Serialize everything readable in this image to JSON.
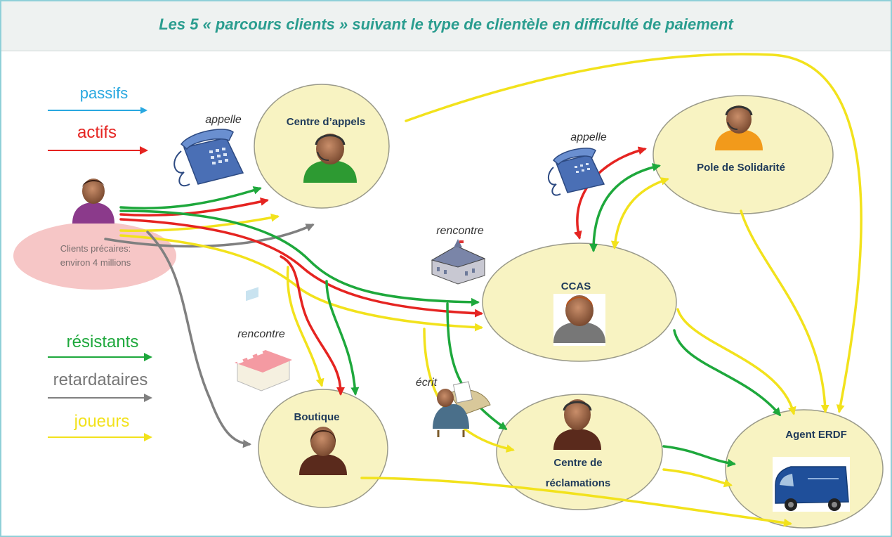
{
  "title": "Les 5 « parcours clients » suivant le type de clientèle en difficulté de paiement",
  "legend": {
    "passifs": "passifs",
    "actifs": "actifs",
    "resistants": "résistants",
    "retardataires": "retardataires",
    "joueurs": "joueurs"
  },
  "colors": {
    "passifs": "#29a8e0",
    "actifs": "#e52421",
    "resistants": "#1ea83c",
    "retardataires": "#808080",
    "joueurs": "#f7e819",
    "node_fill": "#f8f3c2",
    "title": "#2a9d8f"
  },
  "clients": {
    "line1": "Clients précaires:",
    "line2": "environ 4 millions"
  },
  "nodes": {
    "centre_appels": "Centre d’appels",
    "pole": "Pole de Solidarité",
    "ccas": "CCAS",
    "boutique": "Boutique",
    "reclamations_line1": "Centre de",
    "reclamations_line2": "réclamations",
    "erdf": "Agent ERDF"
  },
  "actions": {
    "appelle_1": "appelle",
    "appelle_2": "appelle",
    "rencontre_1": "rencontre",
    "rencontre_2": "rencontre",
    "ecrit": "écrit"
  },
  "icons": [
    "telephone-icon",
    "town-hall-icon",
    "shop-icon",
    "writing-person-icon",
    "delivery-van-icon",
    "person-headset-icon"
  ]
}
